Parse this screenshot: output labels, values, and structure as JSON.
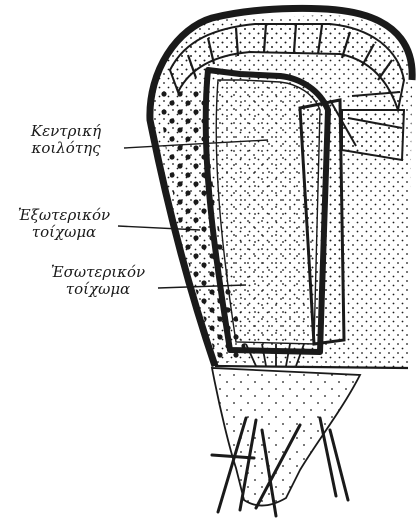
{
  "labels": {
    "central_cavity": [
      "Κεντρική",
      "κοιλότης"
    ],
    "outer_wall": [
      "Ἐξωτερικόν",
      "τοίχωμα"
    ],
    "inner_wall": [
      "Ἐσωτερικόν",
      "τοίχωμα"
    ]
  },
  "colors": {
    "ink": "#1a1a1a",
    "background": "#ffffff"
  }
}
